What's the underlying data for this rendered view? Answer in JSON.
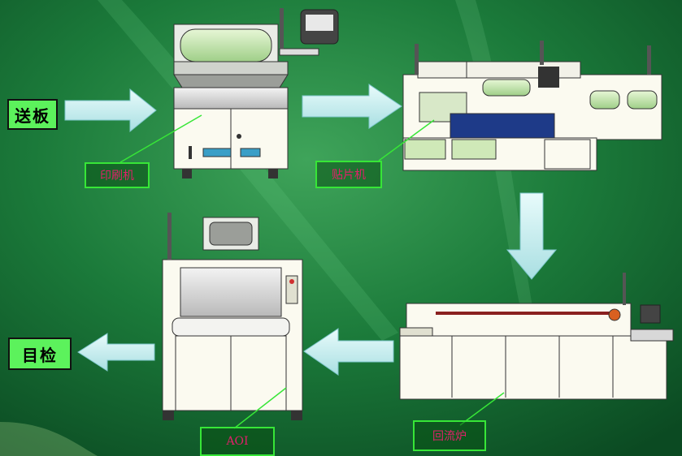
{
  "steps": {
    "input_label": "送板",
    "output_label": "目检",
    "printer_label": "印刷机",
    "placement_label": "贴片机",
    "reflow_label": "回流炉",
    "aoi_label": "AOI"
  },
  "colors": {
    "label_box_fill": "#5cf25c",
    "callout_border": "#37e637",
    "callout_text": "#e0206a",
    "arrow_fill": "#c8eef0"
  },
  "icons": [
    "arrow-right-icon",
    "arrow-down-icon",
    "arrow-left-icon"
  ]
}
